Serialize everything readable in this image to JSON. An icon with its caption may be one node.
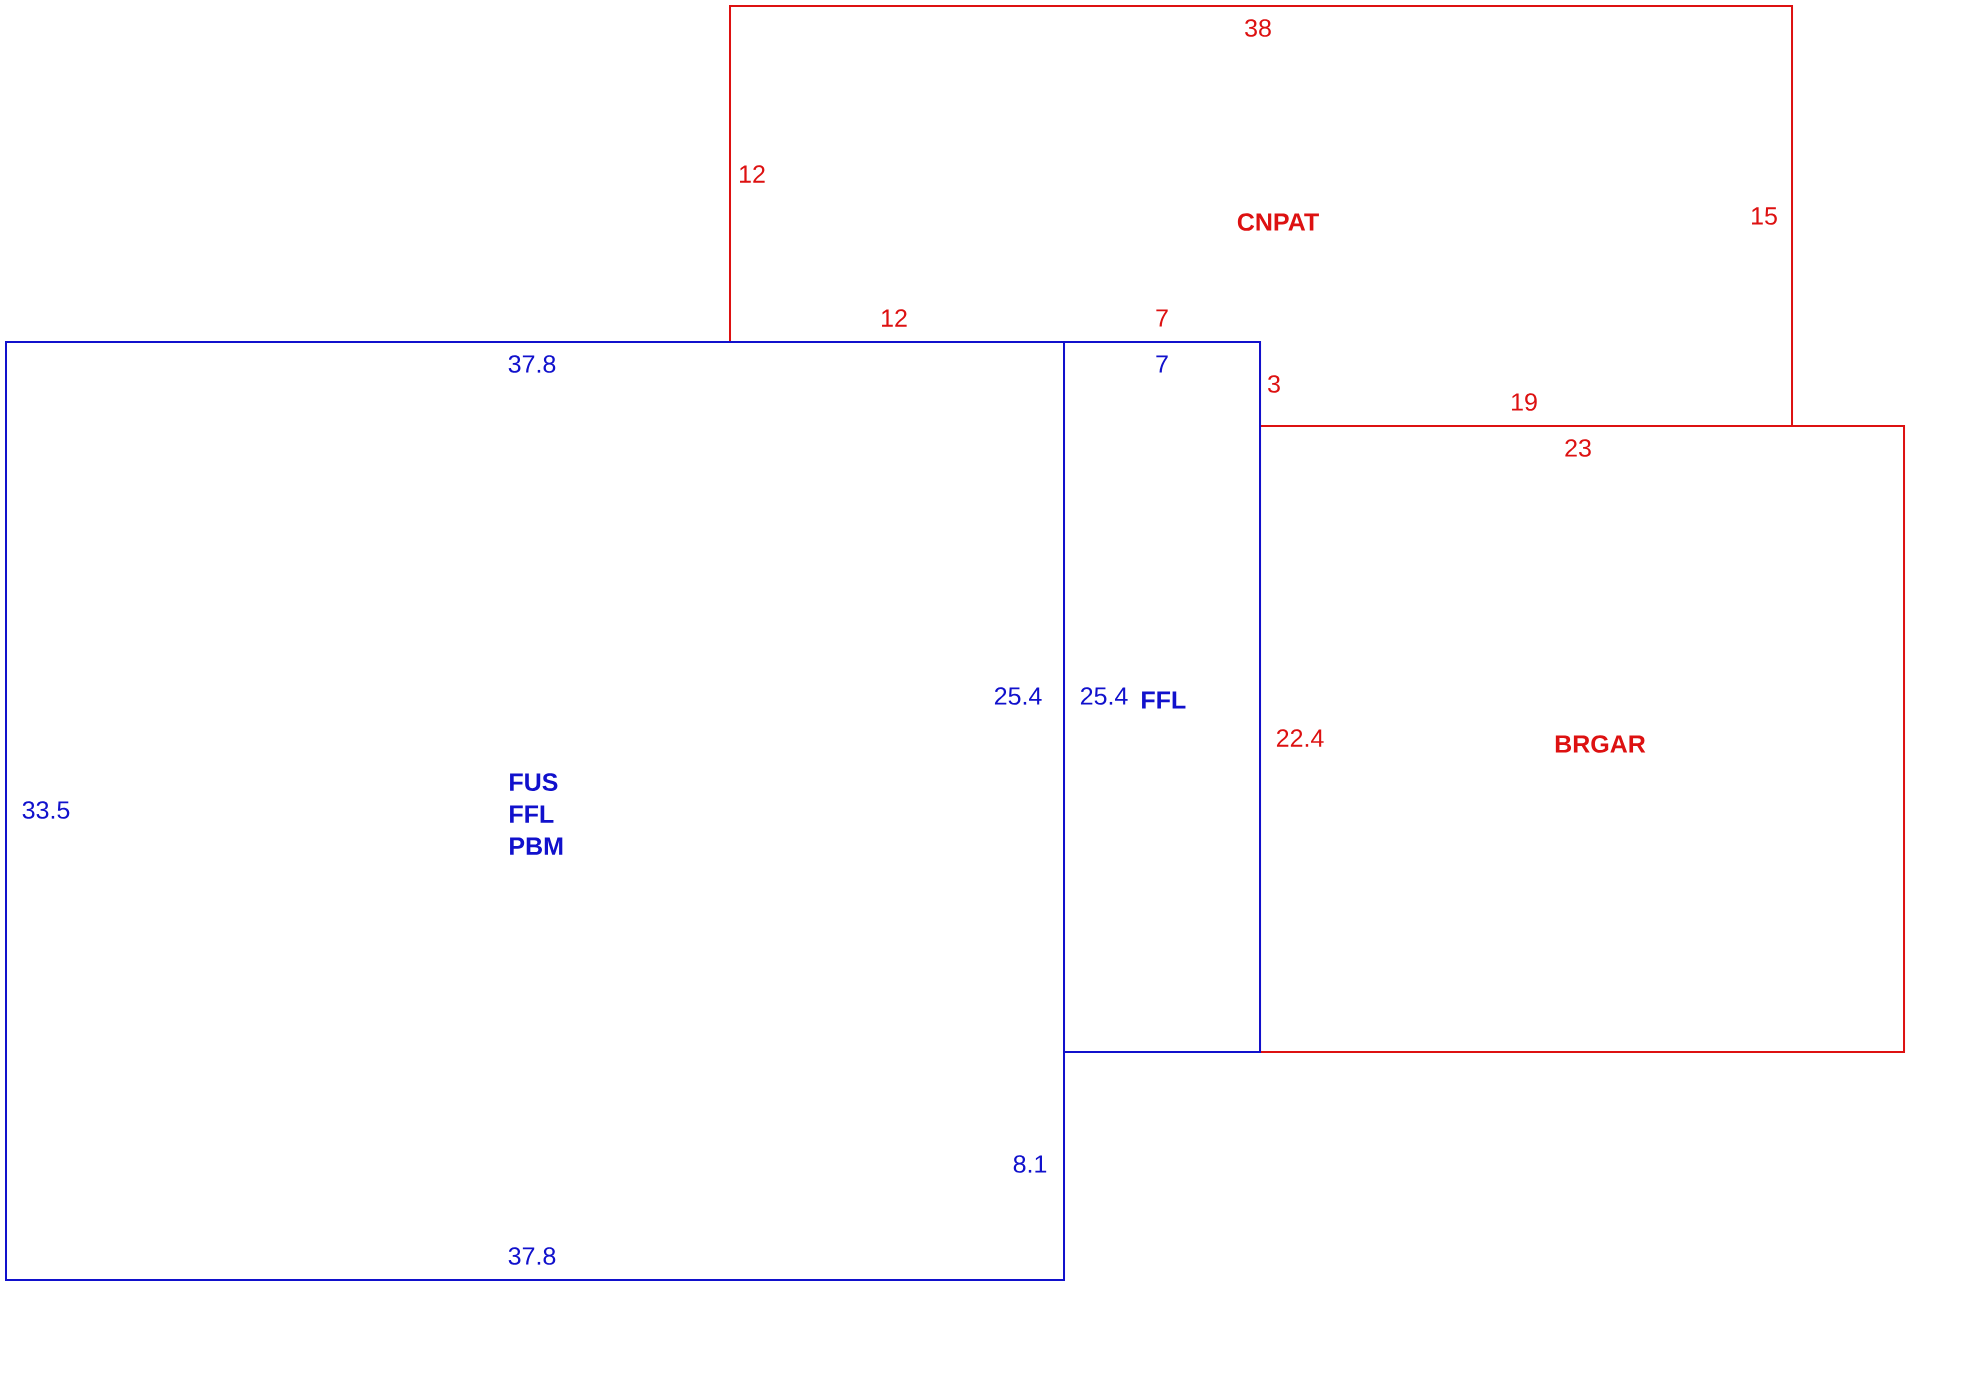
{
  "diagram": {
    "nodes": [
      {
        "text": [
          "CNPAT"
        ]
      },
      {
        "text": [
          "FUS",
          "FFL",
          "PBM"
        ]
      },
      {
        "text": [
          "FFL"
        ]
      },
      {
        "text": [
          "BRGAR"
        ]
      }
    ],
    "labels": [
      "38",
      "12",
      "15",
      "12",
      "7",
      "37.8",
      "7",
      "3",
      "19",
      "23",
      "25.4",
      "25.4",
      "22.4",
      "33.5",
      "8.1",
      "37.8"
    ]
  }
}
